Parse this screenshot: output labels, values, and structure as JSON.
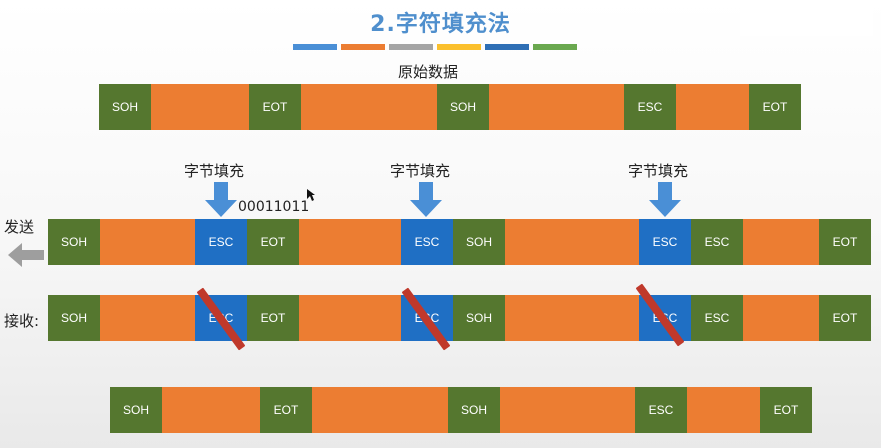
{
  "title": "2.字符填充法",
  "colors": {
    "title": "#4f8fcd",
    "control": "#55772f",
    "data": "#ec7d32",
    "esc_inserted": "#1f6fc4",
    "strike": "#c0392b",
    "arrow": "#4a8fd6"
  },
  "color_bar": [
    "#4a8fd6",
    "#ec7d32",
    "#a5a5a5",
    "#fbc02d",
    "#2f6fb5",
    "#6aa84f"
  ],
  "original_label": "原始数据",
  "original_row": [
    "SOH",
    "",
    "EOT",
    "",
    "SOH",
    "",
    "ESC",
    "",
    "EOT"
  ],
  "stuff_label": "字节填充",
  "bits_label": "00011011",
  "send_label": "发送",
  "send_row": [
    "SOH",
    "",
    "ESC",
    "EOT",
    "",
    "ESC",
    "SOH",
    "",
    "ESC",
    "ESC",
    "",
    "EOT"
  ],
  "receive_label": "接收:",
  "receive_row": [
    "SOH",
    "",
    "ESC",
    "EOT",
    "",
    "ESC",
    "SOH",
    "",
    "ESC",
    "ESC",
    "",
    "EOT"
  ],
  "result_row": [
    "SOH",
    "",
    "EOT",
    "",
    "SOH",
    "",
    "ESC",
    "",
    "EOT"
  ]
}
